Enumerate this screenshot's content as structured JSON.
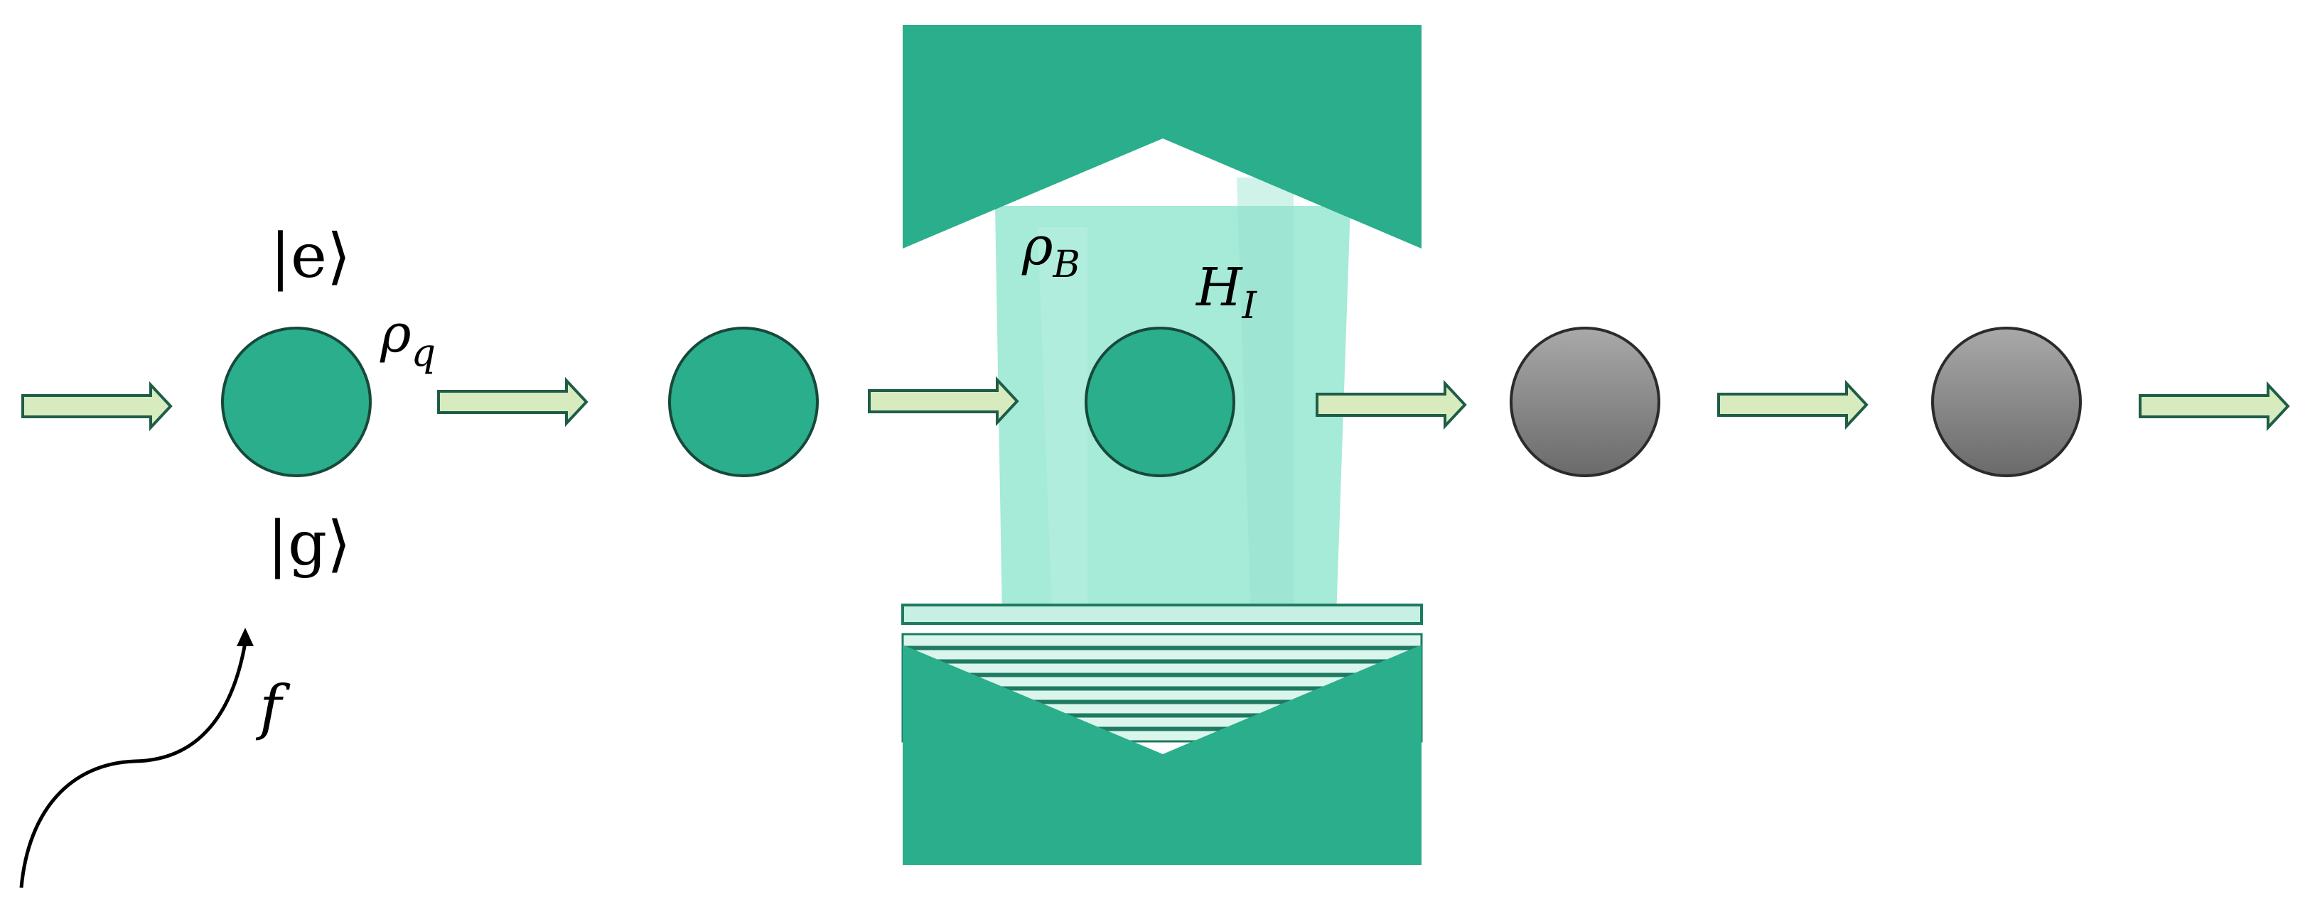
{
  "labels": {
    "excited_state": "|e⟩",
    "ground_state": "|g⟩",
    "qubit_state_main": "ρ",
    "qubit_state_sub": "q",
    "bath_state_main": "ρ",
    "bath_state_sub": "B",
    "interaction_main": "H",
    "interaction_sub": "I",
    "drive": "f"
  },
  "colors": {
    "mirror": "#2aae8c",
    "cavity_light": "#a6ead8",
    "qubit_active": "#2aae8c",
    "qubit_outline": "#17493b",
    "qubit_spent_top": "#a6a6a6",
    "qubit_spent_bottom": "#6e6e6e",
    "arrow_fill": "#d7ebbf",
    "arrow_stroke": "#1f5d48"
  },
  "qubits": [
    {
      "id": "qubit-1",
      "state": "active"
    },
    {
      "id": "qubit-2",
      "state": "active"
    },
    {
      "id": "qubit-3",
      "state": "active",
      "in_cavity": true
    },
    {
      "id": "qubit-4",
      "state": "spent"
    },
    {
      "id": "qubit-5",
      "state": "spent"
    }
  ],
  "flow_arrows": 6,
  "drive_icon": "curved-arrow-icon"
}
